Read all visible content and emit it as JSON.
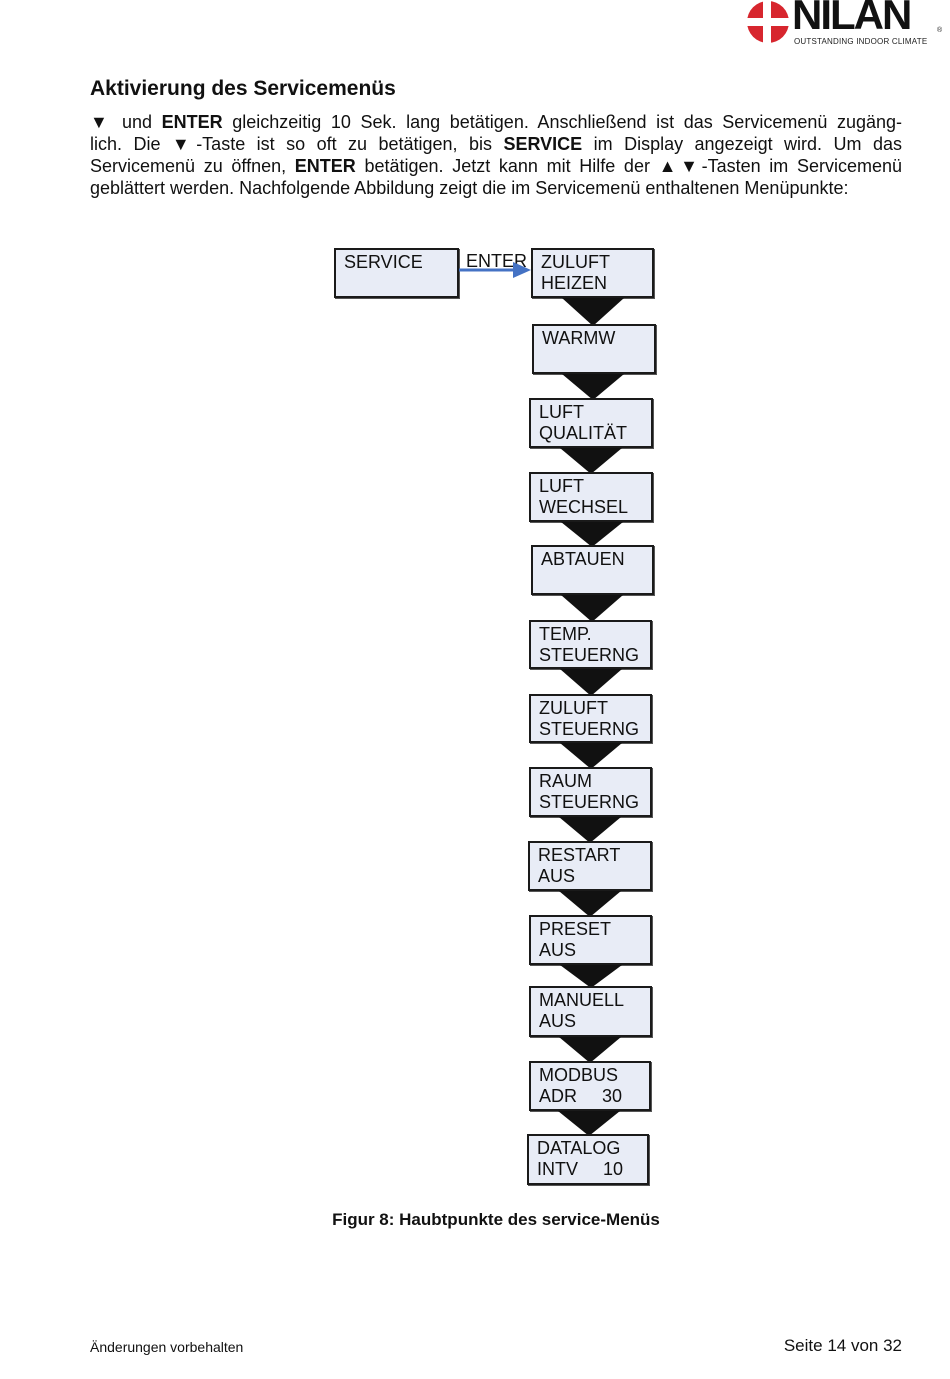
{
  "header": {
    "logo_name": "NILAN",
    "logo_tagline": "OUTSTANDING INDOOR CLIMATE",
    "logo_registered": "®",
    "logo_colors": {
      "flag": "#d7262e",
      "text": "#111111"
    }
  },
  "section": {
    "title": "Aktivierung des Servicemenüs"
  },
  "body_lines": {
    "line1": [
      "▼",
      " und ",
      "ENTER",
      " gleichzeitig 10 Sek. lang betätigen. Anschließend ist das Servicemenü zugäng-"
    ],
    "line2": [
      "lich. Die ",
      "▼",
      "-Taste ist so oft zu betätigen, bis ",
      "SERVICE",
      " im Display angezeigt wird. Um das"
    ],
    "line3": [
      "Servicemenü zu öffnen, ",
      "ENTER",
      " betätigen. Jetzt kann mit Hilfe der ",
      "▲▼",
      "-Tasten im Servicemenü"
    ],
    "line4": "geblättert werden. Nachfolgende Abbildung zeigt die im Servicemenü enthaltenen Menüpunkte:"
  },
  "diagram": {
    "start_box": "SERVICE",
    "enter_label": "ENTER",
    "arrow_color": "#4472c4",
    "menu_items": [
      "ZULUFT\nHEIZEN",
      "WARMW",
      "LUFT\nQUALITÄT",
      "LUFT\nWECHSEL",
      "ABTAUEN",
      "TEMP.\nSTEUERNG",
      "ZULUFT\nSTEUERNG",
      "RAUM\nSTEUERNG",
      "RESTART\nAUS",
      "PRESET\nAUS",
      "MANUELL\nAUS",
      "MODBUS\nADR     30",
      "DATALOG\nINTV     10"
    ]
  },
  "caption": "Figur 8: Haubtpunkte des service-Menüs",
  "footer": {
    "left": "Änderungen vorbehalten",
    "right": "Seite 14 von 32"
  }
}
